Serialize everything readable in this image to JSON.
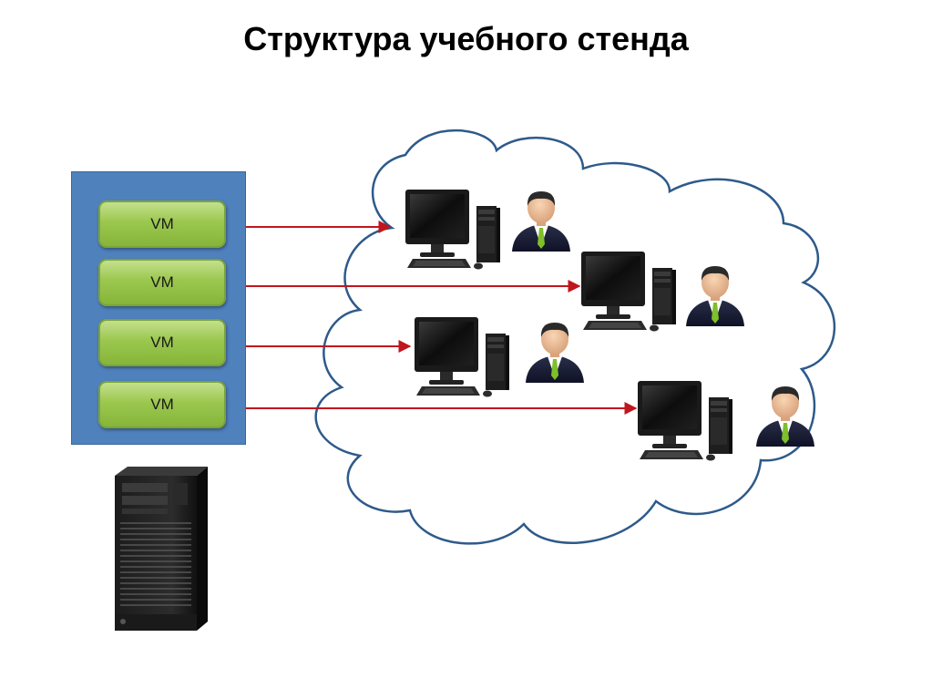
{
  "title": "Структура учебного стенда",
  "host": {
    "vms": [
      {
        "label": "VM"
      },
      {
        "label": "VM"
      },
      {
        "label": "VM"
      },
      {
        "label": "VM"
      }
    ]
  },
  "network": {
    "clients": [
      {
        "icon": "desktop-computer-icon",
        "user_icon": "user-icon"
      },
      {
        "icon": "desktop-computer-icon",
        "user_icon": "user-icon"
      },
      {
        "icon": "desktop-computer-icon",
        "user_icon": "user-icon"
      },
      {
        "icon": "desktop-computer-icon",
        "user_icon": "user-icon"
      }
    ]
  },
  "colors": {
    "host_panel": "#4f81bd",
    "vm_fill": "#9bc74e",
    "arrow": "#c0161e",
    "cloud_outline": "#2e5a8a"
  }
}
